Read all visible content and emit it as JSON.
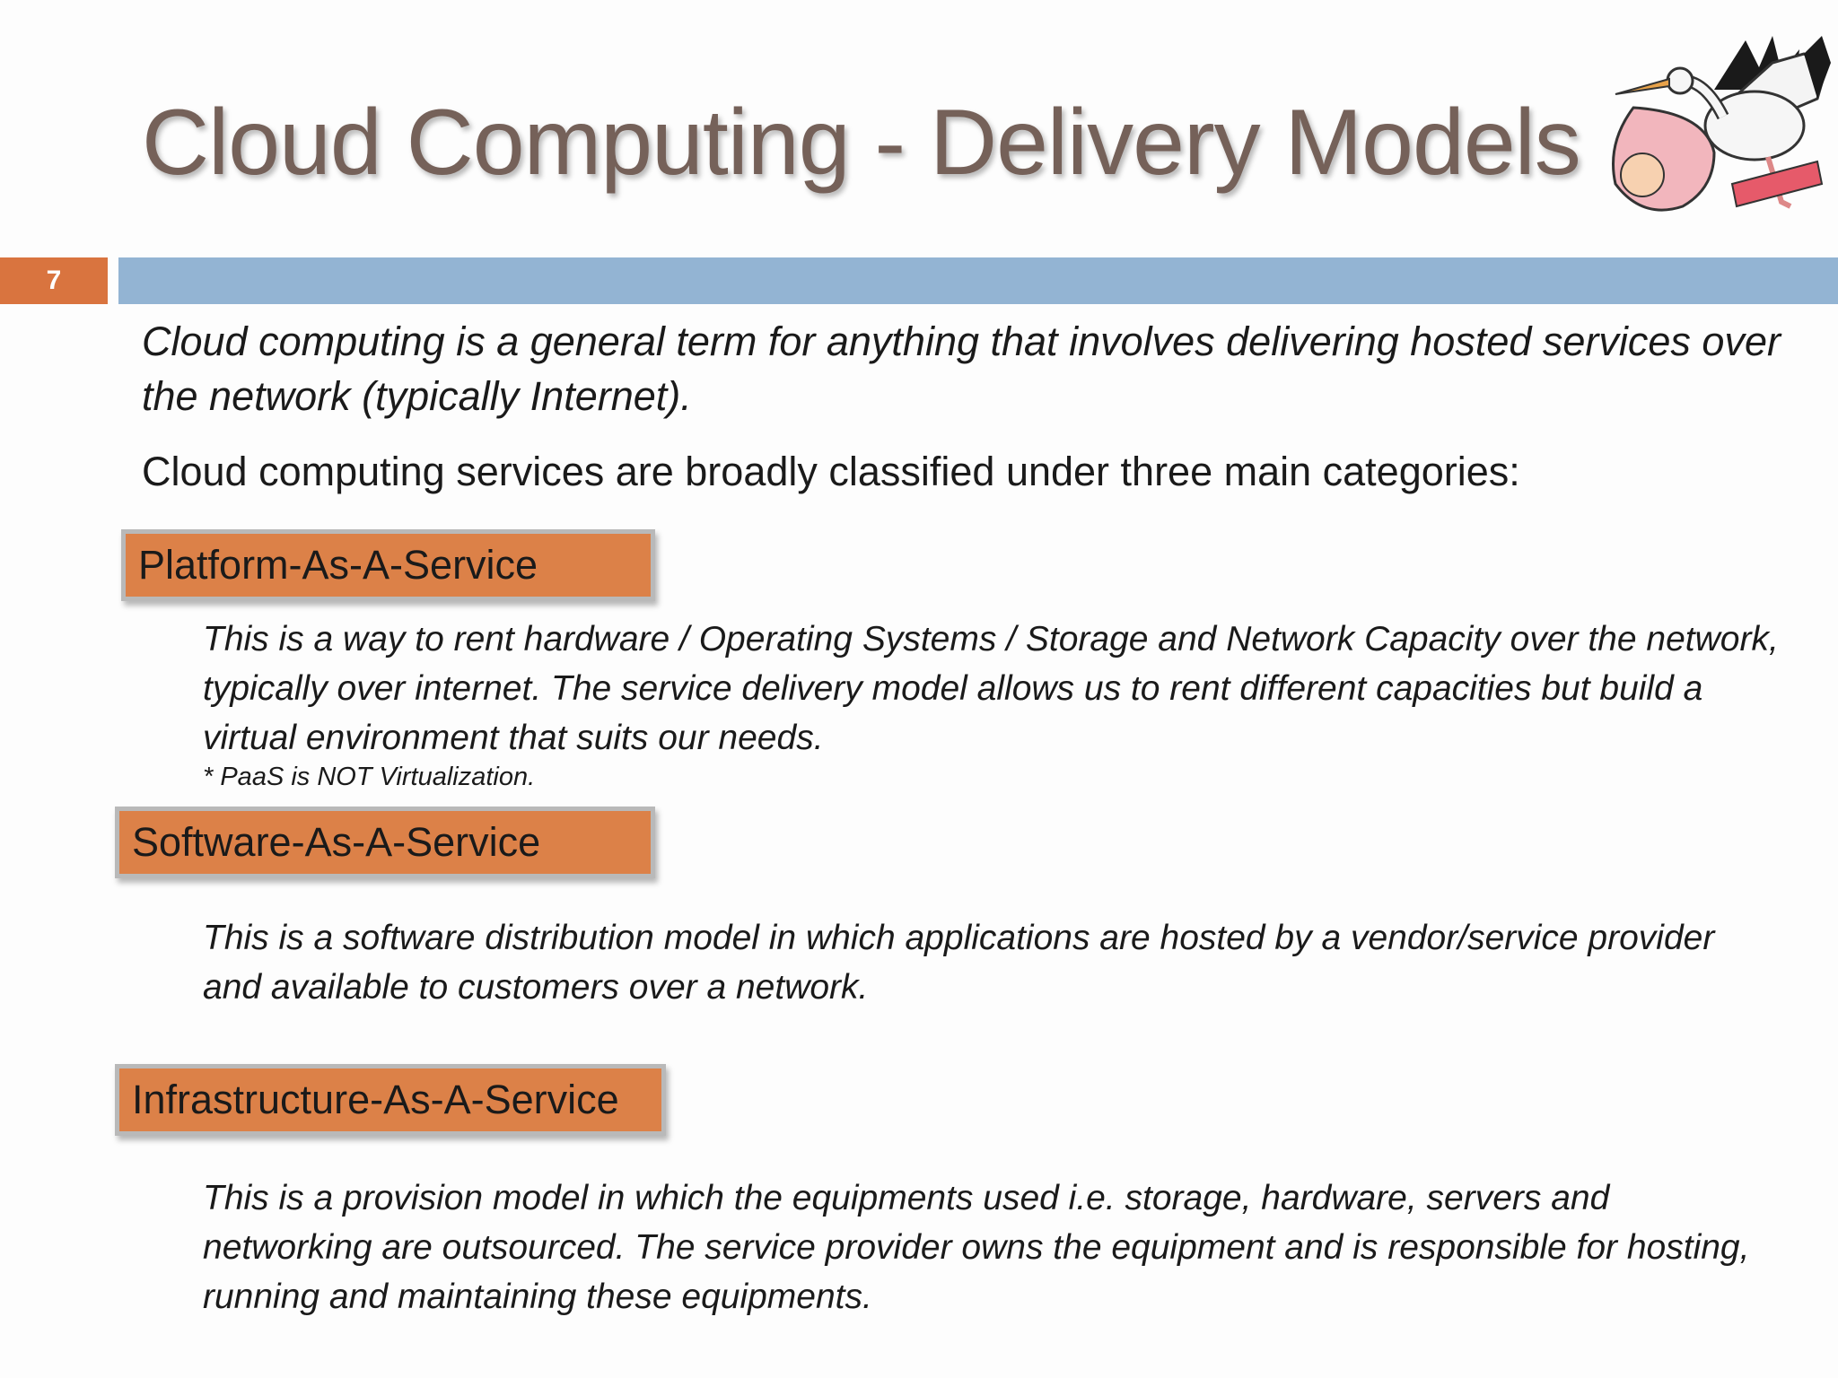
{
  "slide": {
    "title": "Cloud Computing - Delivery Models",
    "number": "7",
    "intro": "Cloud computing is a general term for anything that involves delivering hosted services over the network (typically Internet).",
    "intro2": "Cloud computing services are broadly classified under three main categories:",
    "colors": {
      "accent_orange": "#dc8148",
      "bar_blue": "#93b4d3",
      "title": "#756159"
    },
    "image": "stork-carrying-baby-illustration"
  },
  "categories": {
    "paas": {
      "label": "Platform-As-A-Service",
      "description": "This is a way to rent hardware / Operating Systems / Storage and Network Capacity over the network, typically over internet. The service delivery model allows us to rent different capacities but build a virtual environment that suits our needs.",
      "note": "* PaaS is NOT Virtualization."
    },
    "saas": {
      "label": "Software-As-A-Service",
      "description": "This is a software distribution model in which applications are hosted by a vendor/service provider and available to customers over a network."
    },
    "iaas": {
      "label": "Infrastructure-As-A-Service",
      "description": "This is a provision model in which the equipments used i.e. storage, hardware, servers and networking are outsourced. The service provider owns the equipment and is responsible for hosting, running and maintaining these equipments."
    }
  }
}
